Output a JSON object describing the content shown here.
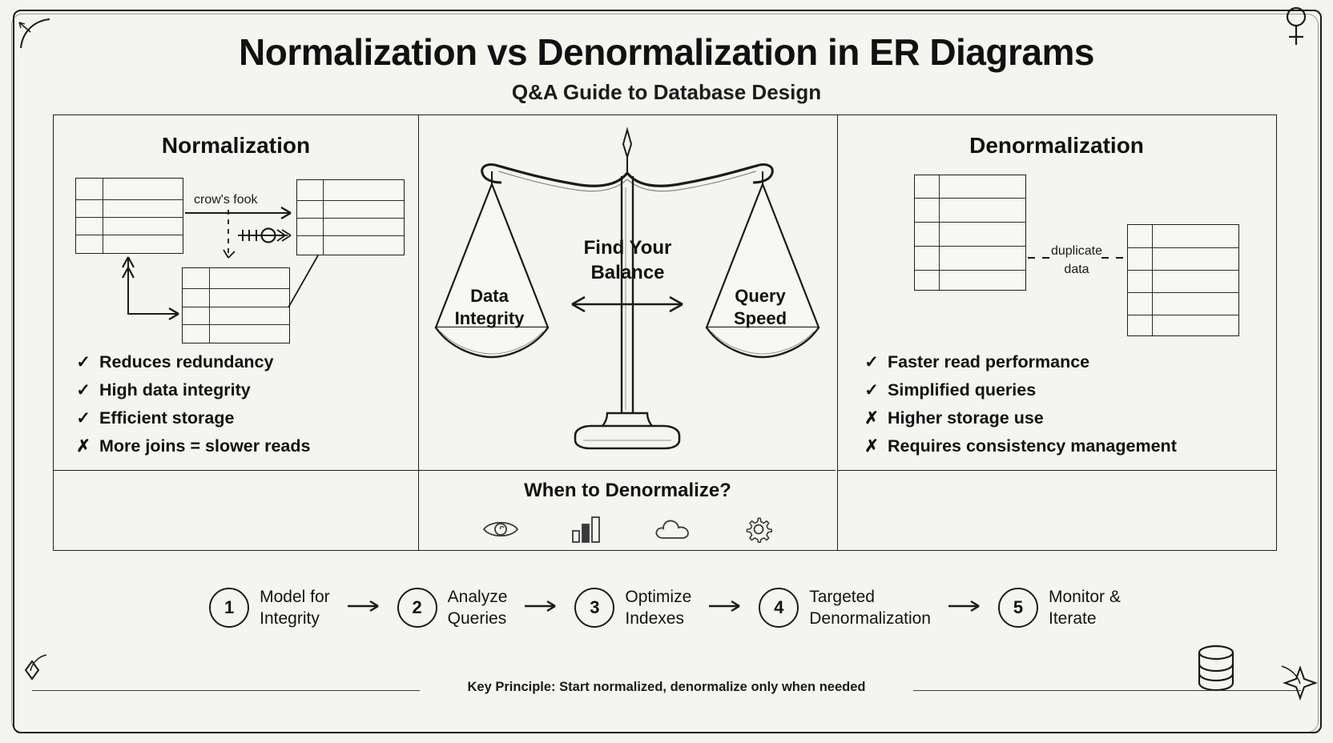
{
  "header": {
    "title": "Normalization vs Denormalization in ER Diagrams",
    "subtitle": "Q&A Guide to Database Design"
  },
  "panels": {
    "left": {
      "heading": "Normalization",
      "diagram_label": "crow's fook",
      "bullets": [
        {
          "mark": "✓",
          "text": "Reduces redundancy"
        },
        {
          "mark": "✓",
          "text": "High data integrity"
        },
        {
          "mark": "✓",
          "text": "Efficient storage"
        },
        {
          "mark": "✗",
          "text": "More joins = slower reads"
        }
      ]
    },
    "center": {
      "balance_title_line1": "Find Your",
      "balance_title_line2": "Balance",
      "pan_left_line1": "Data",
      "pan_left_line2": "Integrity",
      "pan_right_line1": "Query",
      "pan_right_line2": "Speed"
    },
    "right": {
      "heading": "Denormalization",
      "diagram_label_line1": "duplicate",
      "diagram_label_line2": "data",
      "bullets": [
        {
          "mark": "✓",
          "text": "Faster read performance"
        },
        {
          "mark": "✓",
          "text": "Simplified queries"
        },
        {
          "mark": "✗",
          "text": "Higher storage use"
        },
        {
          "mark": "✗",
          "text": "Requires consistency management"
        }
      ]
    }
  },
  "when_section": {
    "title": "When to Denormalize?",
    "icons": [
      "eye-icon",
      "bar-chart-icon",
      "cloud-icon",
      "gear-icon"
    ]
  },
  "steps": [
    {
      "number": "1",
      "line1": "Model for",
      "line2": "Integrity"
    },
    {
      "number": "2",
      "line1": "Analyze",
      "line2": "Queries"
    },
    {
      "number": "3",
      "line1": "Optimize",
      "line2": "Indexes"
    },
    {
      "number": "4",
      "line1": "Targeted",
      "line2": "Denormalization"
    },
    {
      "number": "5",
      "line1": "Monitor &",
      "line2": "Iterate"
    }
  ],
  "footer": {
    "text": "Key Principle: Start normalized, denormalize only when needed"
  },
  "colors": {
    "background": "#f4f4f0",
    "ink": "#1b1b1b",
    "paper": "#f7f7f3"
  }
}
